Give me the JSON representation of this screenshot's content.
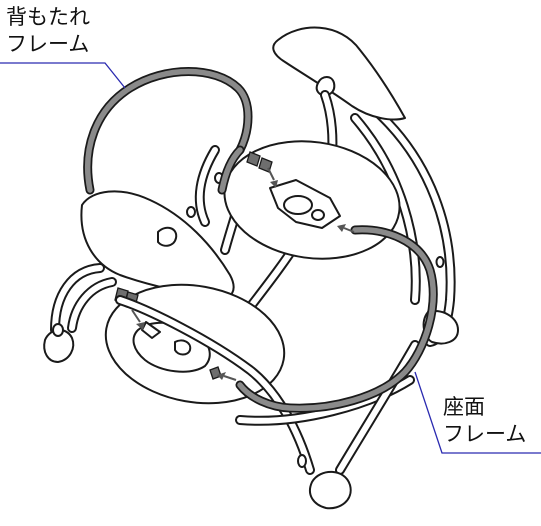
{
  "labels": {
    "backrest_frame": [
      "背もたれ",
      "フレーム"
    ],
    "seat_frame": [
      "座面",
      "フレーム"
    ]
  },
  "colors": {
    "ink": "#1a1a1a",
    "frame_fill": "#8a8a8a",
    "leader_line": "#2a2ab0",
    "arrow": "#555555"
  }
}
